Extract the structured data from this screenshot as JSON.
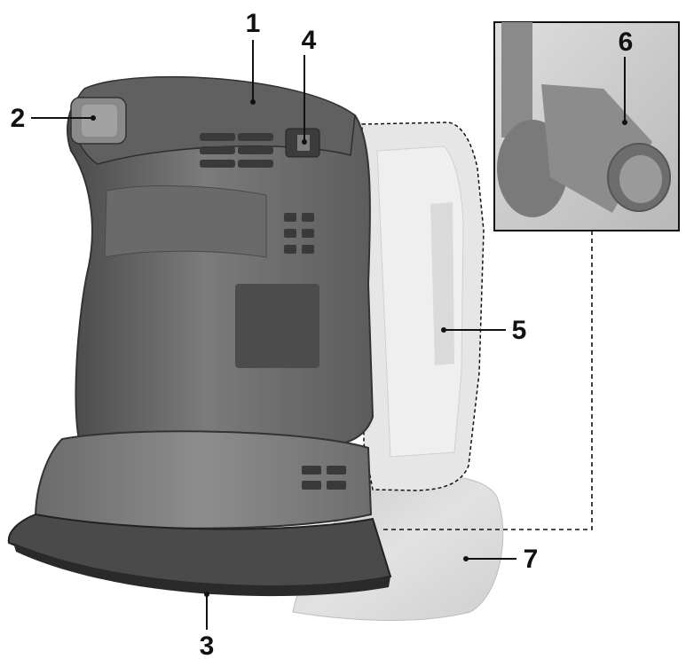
{
  "callouts": {
    "c1": "1",
    "c2": "2",
    "c3": "3",
    "c4": "4",
    "c5": "5",
    "c6": "6",
    "c7": "7"
  },
  "colors": {
    "body_dark": "#5a5a5a",
    "body_mid": "#7a7a7a",
    "body_light": "#9b9b9b",
    "battery": "#e4e4e4",
    "pad": "#3a3a3a",
    "dust_bag": "#d6d6d6",
    "line": "#111111"
  }
}
